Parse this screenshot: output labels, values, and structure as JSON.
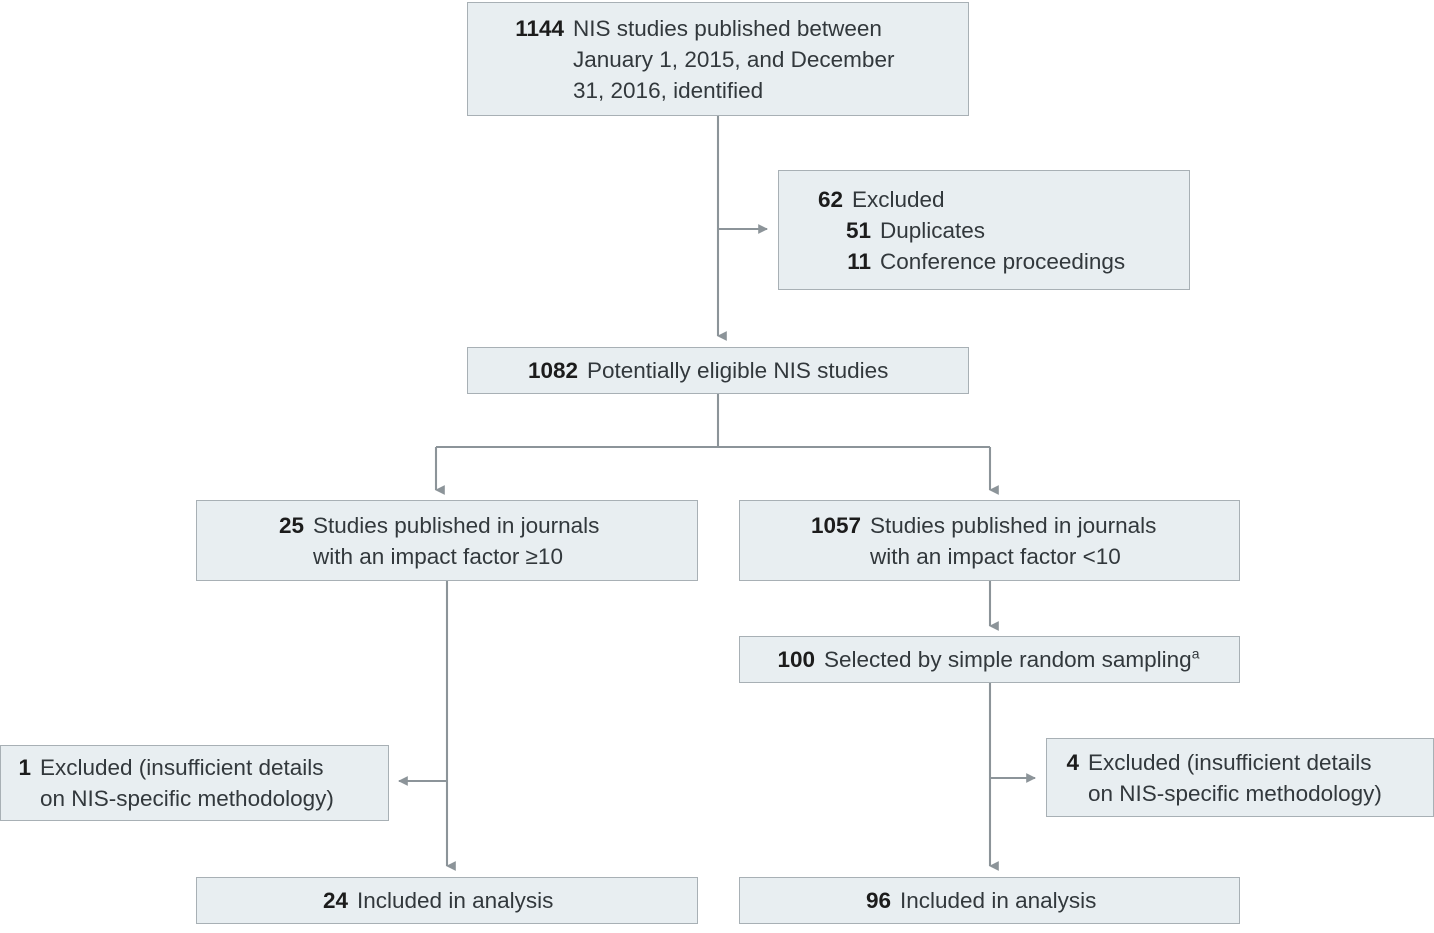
{
  "diagram": {
    "type": "flowchart",
    "title": "",
    "colors": {
      "box_fill": "#e8eef1",
      "box_border": "#a8b0b5",
      "connector": "#8c9499",
      "text": "#32383c",
      "background": "#ffffff"
    },
    "nodes": [
      {
        "id": "identified",
        "name": "studies-identified-box",
        "lines": [
          {
            "num": "1144",
            "text": "NIS studies published between"
          },
          {
            "num": "",
            "text": "January 1, 2015, and December"
          },
          {
            "num": "",
            "text": "31, 2016, identified"
          }
        ]
      },
      {
        "id": "excluded-top",
        "name": "excluded-box",
        "lines": [
          {
            "num": "62",
            "text": "Excluded",
            "indent": false
          },
          {
            "num": "51",
            "text": "Duplicates",
            "indent": true
          },
          {
            "num": "11",
            "text": "Conference proceedings",
            "indent": true
          }
        ]
      },
      {
        "id": "eligible",
        "name": "potentially-eligible-box",
        "lines": [
          {
            "num": "1082",
            "text": "Potentially eligible NIS studies"
          }
        ]
      },
      {
        "id": "high-if",
        "name": "high-impact-factor-box",
        "lines": [
          {
            "num": "25",
            "text": "Studies published in journals"
          },
          {
            "num": "",
            "text": "with an impact factor ≥10"
          }
        ]
      },
      {
        "id": "low-if",
        "name": "low-impact-factor-box",
        "lines": [
          {
            "num": "1057",
            "text": "Studies published in journals"
          },
          {
            "num": "",
            "text": "with an impact factor <10"
          }
        ]
      },
      {
        "id": "sampled",
        "name": "random-sampling-box",
        "lines": [
          {
            "num": "100",
            "text": "Selected by simple random sampling",
            "superscript": "a"
          }
        ]
      },
      {
        "id": "excl-left",
        "name": "excluded-left-box",
        "lines": [
          {
            "num": "1",
            "text": "Excluded (insufficient details"
          },
          {
            "num": "",
            "text": "on NIS-specific methodology)"
          }
        ]
      },
      {
        "id": "excl-right",
        "name": "excluded-right-box",
        "lines": [
          {
            "num": "4",
            "text": "Excluded (insufficient details"
          },
          {
            "num": "",
            "text": "on NIS-specific methodology)"
          }
        ]
      },
      {
        "id": "incl-left",
        "name": "included-left-box",
        "lines": [
          {
            "num": "24",
            "text": "Included in analysis"
          }
        ]
      },
      {
        "id": "incl-right",
        "name": "included-right-box",
        "lines": [
          {
            "num": "96",
            "text": "Included in analysis"
          }
        ]
      }
    ]
  }
}
